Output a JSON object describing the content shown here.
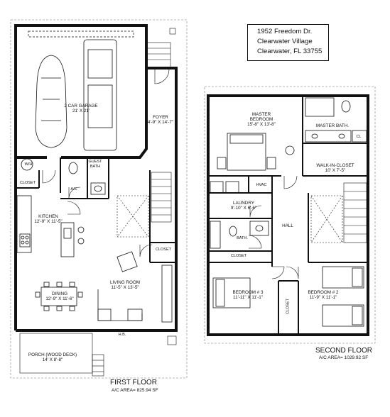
{
  "address": {
    "line1": "1952 Freedom Dr.",
    "line2": "Clearwater Village",
    "line3": "Clearwater, FL 33755"
  },
  "first_floor": {
    "title": "FIRST FLOOR",
    "area": "A/C AREA= 825.94 SF",
    "rooms": {
      "garage": {
        "name": "2 CAR GARAGE",
        "dims": "21' X 21'"
      },
      "foyer": {
        "name": "FOYER",
        "dims": "4'-9\" X 14'-7\""
      },
      "guest_bath": {
        "name": "GUEST",
        "dims": "BATH"
      },
      "wh": "W/H",
      "closet_left": "CLOSET",
      "ac": "A/C",
      "kitchen": {
        "name": "KITCHEN",
        "dims": "12'-9\" X 11'-5\""
      },
      "closet_right": "CLOSET",
      "dining": {
        "name": "DINING",
        "dims": "12'-9\" X 11'-6\""
      },
      "living": {
        "name": "LIVING ROOM",
        "dims": "11'-5\" X 13'-5\""
      },
      "hb": "H.B.",
      "porch": {
        "name": "PORCH (WOOD DECK)",
        "dims": "14' X 8'-8\""
      }
    }
  },
  "second_floor": {
    "title": "SECOND FLOOR",
    "area": "A/C AREA= 1029.92 SF",
    "rooms": {
      "master_bedroom": {
        "name": "MASTER",
        "name2": "BEDROOM",
        "dims": "15'-8\" X 13'-8\""
      },
      "master_bath": "MASTER BATH.",
      "cl": "CL",
      "walk_in_closet": {
        "name": "WALK-IN-CLOSET",
        "dims": "10' X 7'-5\""
      },
      "hvac": "HVAC",
      "laundry": {
        "name": "LAUNDRY",
        "dims": "9'-10\" X 6'-6\""
      },
      "hall": "HALL",
      "bath": "BATH.",
      "closet_hall": "CLOSET",
      "bedroom3": {
        "name": "BEDROOM # 3",
        "dims": "11'-11\" X 11'-1\""
      },
      "bedroom2": {
        "name": "BEDROOM # 2",
        "dims": "11'-9\" X 11'-1\""
      },
      "closet_vert": "CLOSET"
    }
  }
}
